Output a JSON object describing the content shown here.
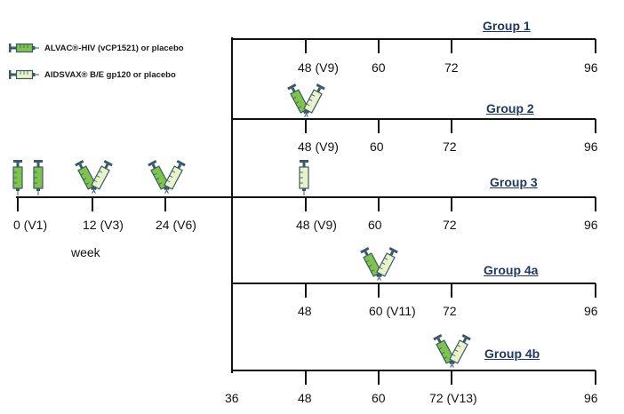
{
  "legend": {
    "alvac": {
      "label": "ALVAC®-HIV (vCP1521) or placebo",
      "color": "#7fc44a",
      "icon": "green-syringe-icon"
    },
    "aidsvax": {
      "label": "AIDSVAX® B/E gp120 or placebo",
      "color": "#e9f2c8",
      "icon": "white-syringe-icon"
    }
  },
  "colors": {
    "title": "#1f3864",
    "line": "#111111",
    "syringe_cap": "#3a5a6a"
  },
  "priming": {
    "week_label": "week",
    "ticks": [
      {
        "label": "0 (V1)"
      },
      {
        "label": "12 (V3)"
      },
      {
        "label": "24 (V6)"
      }
    ]
  },
  "groups": [
    {
      "title": "Group 1",
      "ticks": [
        "48 (V9)",
        "60",
        "72",
        "96"
      ],
      "start_label": ""
    },
    {
      "title": "Group 2",
      "ticks": [
        "48 (V9)",
        "60",
        "72",
        "96"
      ],
      "start_label": ""
    },
    {
      "title": "Group 3",
      "ticks": [
        "48 (V9)",
        "60",
        "72",
        "96"
      ],
      "start_label": ""
    },
    {
      "title": "Group 4a",
      "ticks": [
        "48",
        "60 (V11)",
        "72",
        "96"
      ],
      "start_label": ""
    },
    {
      "title": "Group 4b",
      "ticks": [
        "48",
        "60",
        "72 (V13)",
        "96"
      ],
      "start_label": "36"
    }
  ]
}
